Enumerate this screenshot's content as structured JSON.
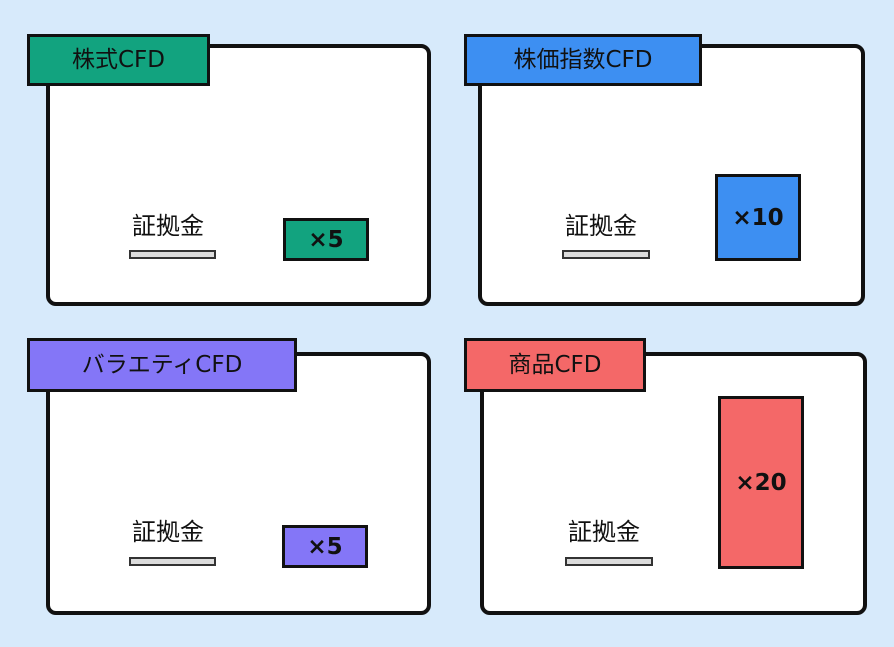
{
  "panels": [
    {
      "title": "株式CFD",
      "margin_label": "証拠金",
      "leverage": "×5",
      "color": "#12a37f"
    },
    {
      "title": "株価指数CFD",
      "margin_label": "証拠金",
      "leverage": "×10",
      "color": "#3d8ff2"
    },
    {
      "title": "バラエティCFD",
      "margin_label": "証拠金",
      "leverage": "×5",
      "color": "#8476f7"
    },
    {
      "title": "商品CFD",
      "margin_label": "証拠金",
      "leverage": "×20",
      "color": "#f46868"
    }
  ]
}
